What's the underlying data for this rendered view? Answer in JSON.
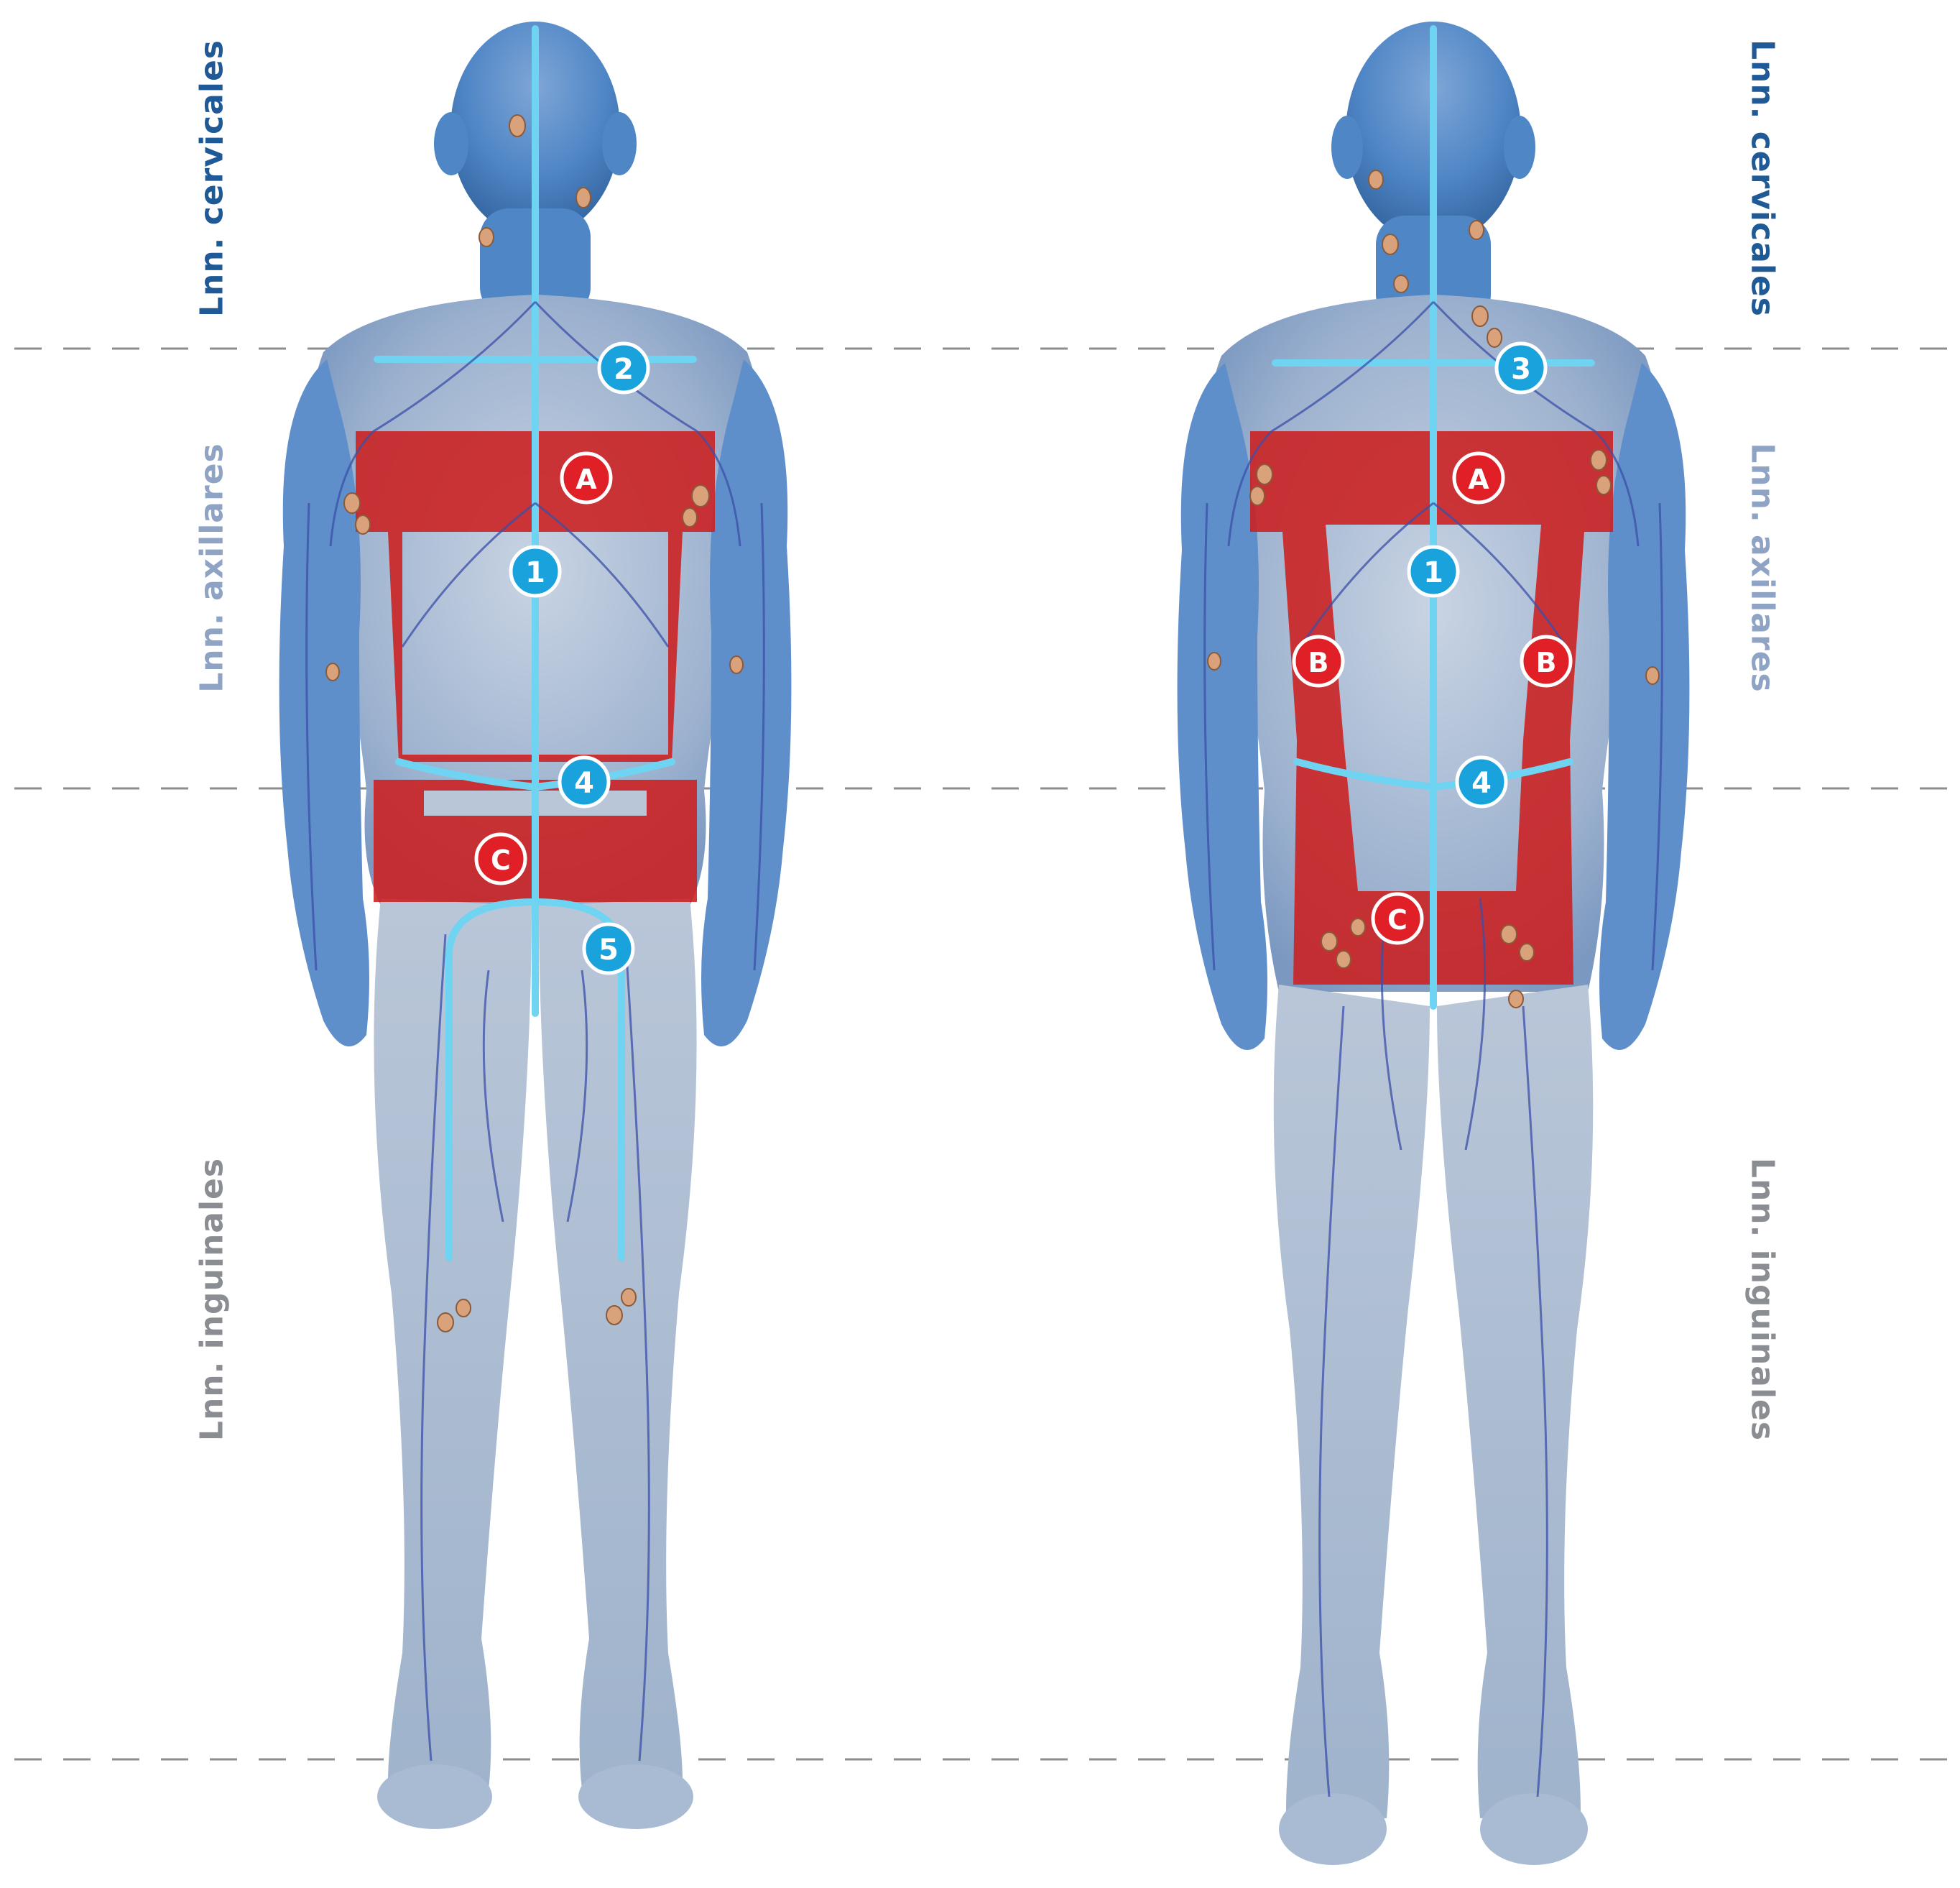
{
  "colors": {
    "cervical_label": "#1f5a96",
    "axillary_label": "#8fa3c4",
    "inguinal_label": "#8a8d92",
    "lymph_vessel": "#3b4fa8",
    "watershed_line": "#6fd3f2",
    "marker_blue": "#1aa2dc",
    "marker_red": "#e01f26",
    "territory_red": "#cc1f1f",
    "body_blue": "#4f86c6",
    "node_color": "#d9a27a",
    "dash_line": "#8a8d92"
  },
  "region_labels": {
    "cervical": "Lnn. cervicales",
    "axillary": "Lnn. axillares",
    "inguinal": "Lnn. inguinales"
  },
  "figures": {
    "back": {
      "view": "posterior",
      "blue_markers": [
        "1",
        "2",
        "4",
        "5"
      ],
      "red_markers": [
        "A",
        "C"
      ]
    },
    "front": {
      "view": "anterior",
      "blue_markers": [
        "1",
        "3",
        "4"
      ],
      "red_markers": [
        "A",
        "B",
        "B",
        "C"
      ]
    }
  }
}
